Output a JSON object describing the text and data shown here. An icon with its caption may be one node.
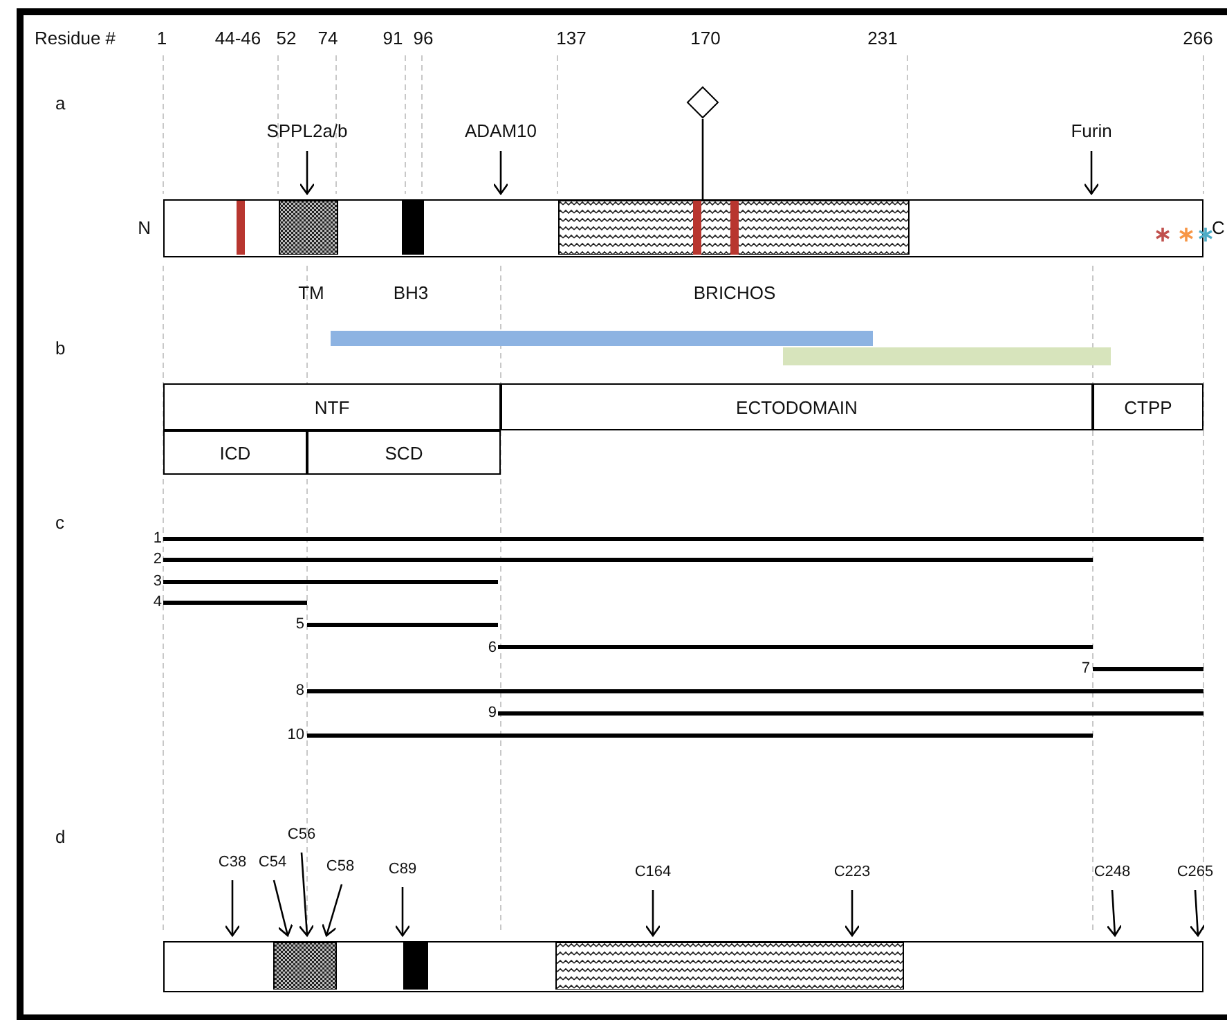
{
  "diagram": {
    "nodes": [
      {
        "text": [],
        "shape": "diamond"
      },
      {
        "text": [
          "SPPL2a/b"
        ]
      },
      {
        "text": [
          "ADAM10"
        ]
      },
      {
        "text": [
          "Furin"
        ]
      },
      {
        "text": [],
        "shape": "bar",
        "beside": [
          "N",
          "C"
        ]
      },
      {
        "text": [
          "NTF"
        ]
      },
      {
        "text": [
          "ECTODOMAIN"
        ]
      },
      {
        "text": [
          "CTPP"
        ]
      },
      {
        "text": [
          "ICD"
        ]
      },
      {
        "text": [
          "SCD"
        ]
      },
      {
        "text": [
          "C56"
        ]
      },
      {
        "text": [
          "C38"
        ]
      },
      {
        "text": [
          "C54"
        ]
      },
      {
        "text": [
          "C58"
        ]
      },
      {
        "text": [
          "C89"
        ]
      },
      {
        "text": [
          "C164"
        ]
      },
      {
        "text": [
          "C223"
        ]
      },
      {
        "text": [
          "C248"
        ]
      },
      {
        "text": [
          "C265"
        ]
      },
      {
        "text": [],
        "shape": "bar"
      }
    ],
    "edges": [
      {
        "from": 0,
        "to": 4,
        "arrow": "none"
      },
      {
        "from": 1,
        "to": 4,
        "arrow": "to"
      },
      {
        "from": 2,
        "to": 4,
        "arrow": "to"
      },
      {
        "from": 3,
        "to": 4,
        "arrow": "to"
      },
      {
        "from": 10,
        "to": 19,
        "arrow": "to"
      },
      {
        "from": 11,
        "to": 19,
        "arrow": "to"
      },
      {
        "from": 12,
        "to": 19,
        "arrow": "to"
      },
      {
        "from": 13,
        "to": 19,
        "arrow": "to"
      },
      {
        "from": 14,
        "to": 19,
        "arrow": "to"
      },
      {
        "from": 15,
        "to": 19,
        "arrow": "to"
      },
      {
        "from": 16,
        "to": 19,
        "arrow": "to"
      },
      {
        "from": 17,
        "to": 19,
        "arrow": "to"
      },
      {
        "from": 18,
        "to": 19,
        "arrow": "to"
      }
    ],
    "labels": [
      "Residue #",
      "1",
      "44-46",
      "52",
      "74",
      "91",
      "96",
      "137",
      "170",
      "231",
      "266",
      "a",
      "TM",
      "BH3",
      "BRICHOS",
      "b",
      "c",
      "1",
      "2",
      "3",
      "4",
      "5",
      "6",
      "7",
      "8",
      "9",
      "10",
      "d"
    ]
  }
}
